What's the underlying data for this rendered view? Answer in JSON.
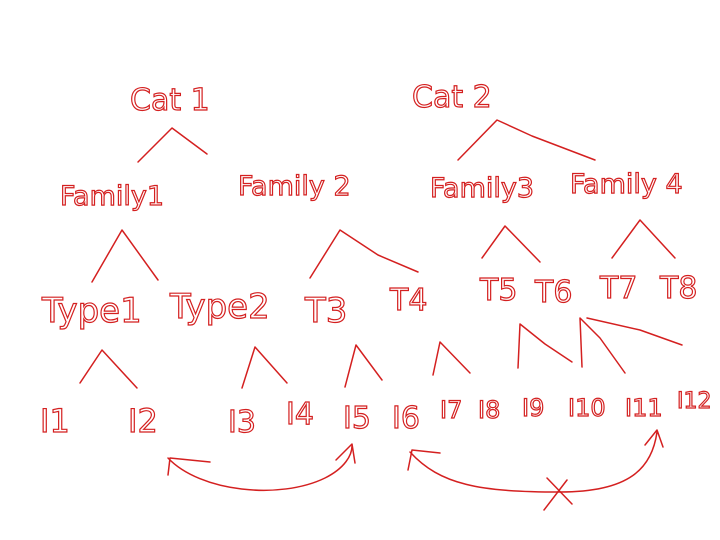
{
  "colors": {
    "ink": "#d42020",
    "background": "#ffffff"
  },
  "diagram": {
    "categories": [
      "Cat 1",
      "Cat 2"
    ],
    "families": [
      "Family1",
      "Family 2",
      "Family3",
      "Family 4"
    ],
    "types": [
      "Type1",
      "Type2",
      "T3",
      "T4",
      "T5",
      "T6",
      "T7",
      "T8"
    ],
    "items": [
      "I1",
      "I2",
      "I3",
      "I4",
      "I5",
      "I6",
      "I7",
      "I8",
      "I9",
      "I10",
      "I11",
      "I12"
    ],
    "links": [
      {
        "from": "I2",
        "to": "I5",
        "style": "two-way arrow"
      },
      {
        "from": "I6",
        "to": "I11",
        "style": "two-way arrow crossed out"
      }
    ]
  }
}
